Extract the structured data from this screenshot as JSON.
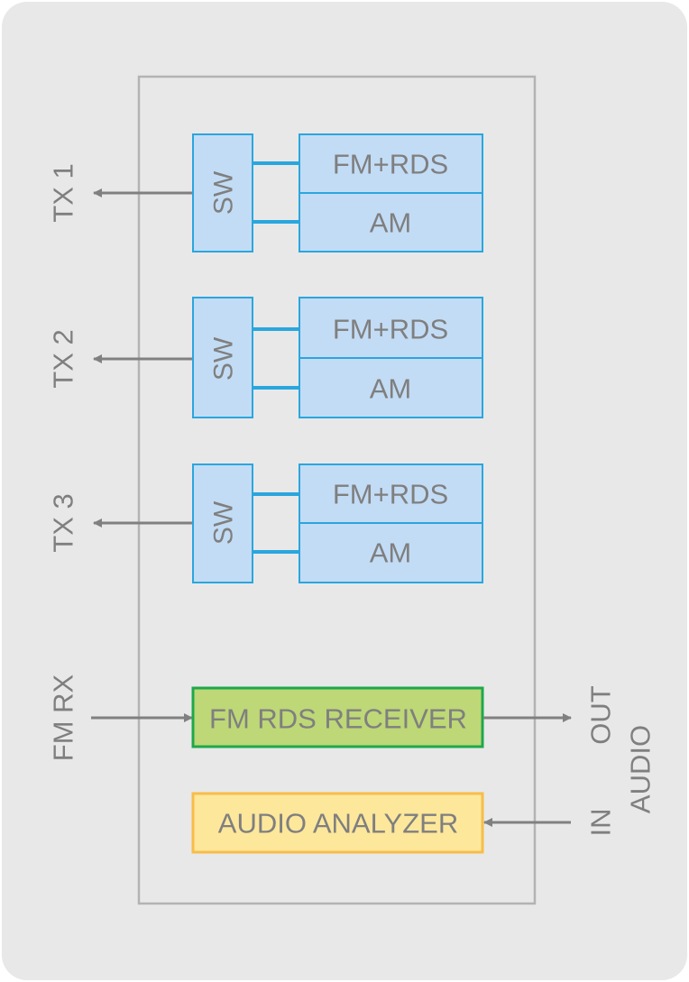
{
  "diagram": {
    "colors": {
      "background": "#e8e8e8",
      "frame": "#b3b3b3",
      "text": "#7f7f7f",
      "arrow": "#808080",
      "module_fill": "#c3dcf5",
      "module_stroke": "#2aa6de",
      "receiver_fill": "#bed777",
      "receiver_stroke": "#1ea84b",
      "analyzer_fill": "#fde79b",
      "analyzer_stroke": "#f7bd4a"
    },
    "transmitters": [
      {
        "port_label": "TX 1",
        "switch_label": "SW",
        "upper_label": "FM+RDS",
        "lower_label": "AM"
      },
      {
        "port_label": "TX 2",
        "switch_label": "SW",
        "upper_label": "FM+RDS",
        "lower_label": "AM"
      },
      {
        "port_label": "TX 3",
        "switch_label": "SW",
        "upper_label": "FM+RDS",
        "lower_label": "AM"
      }
    ],
    "receiver": {
      "label": "FM RDS RECEIVER",
      "input_label": "FM RX"
    },
    "analyzer": {
      "label": "AUDIO ANALYZER"
    },
    "audio": {
      "group_label": "AUDIO",
      "out_label": "OUT",
      "in_label": "IN"
    }
  }
}
